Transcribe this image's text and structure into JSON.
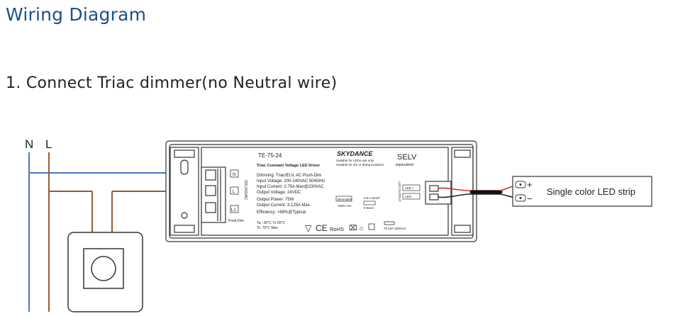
{
  "title": "Wiring Diagram",
  "section": "1. Connect Triac dimmer(no Neutral wire)",
  "wires": {
    "neutral_label": "N",
    "live_label": "L",
    "neutral_color": "#4a78c2",
    "live_color": "#9a5a3c"
  },
  "driver": {
    "model": "TE-75-24",
    "brand": "SKYDANCE",
    "subtitle": "Triac Constant Voltage LED Driver",
    "suitable_1": "Suitable for LEDs use only",
    "suitable_2": "Suitable for dry or damp locations",
    "selv": "SELV",
    "selv_sub": "equivalent",
    "specs": [
      "Dimming: Triac/ELV, AC Push-Dim",
      "Input Voltage: 200-240VAC 50/60Hz",
      "Input Current: 0.75A Max@230VAC",
      "Output Voltage: 24VDC",
      "Output Power: 75W",
      "Output Current: 3.125A Max.",
      "Efficiency: >88%@Typical"
    ],
    "temp_1": "Ta: -30°C To 55°C",
    "temp_2": "Tc: 70°C Max",
    "terminal_n": "N",
    "terminal_l": "L",
    "terminal_l1": "L1",
    "push_dim": "Push-Dim",
    "side_text": "200-240VAC",
    "dimmable": "Dimmable",
    "dim_range": "100%-1%",
    "wire_spec": "0.5-1.5mm²",
    "strip_len": "8-9mm",
    "out_plus": "LED +",
    "out_minus": "LED -",
    "out_side": "LED OUTPUT",
    "cert_ce": "CE",
    "cert_rohs": "RoHS",
    "fuse": "T3.15A 250VAC"
  },
  "strip": {
    "label": "Single color LED strip",
    "plus": "+",
    "minus": "−"
  },
  "colors": {
    "outline": "#333333",
    "red_wire": "#d42a2a",
    "black_wire": "#222222"
  }
}
